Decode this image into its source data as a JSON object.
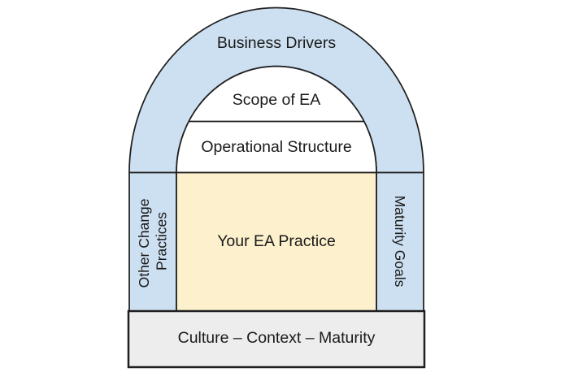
{
  "figure": {
    "background_color": "#FFFFFF",
    "outline_color": "#1F1F1F",
    "text_color": "#1A1A1A",
    "arch_band": {
      "label": "Business Drivers",
      "fill": "#CDE0F1"
    },
    "dome": {
      "fill": "#FFFFFF",
      "upper_label": "Scope of EA",
      "lower_label": "Operational Structure"
    },
    "left_pillar": {
      "fill": "#CDE0F1",
      "lines": [
        "Other Change",
        "Practices"
      ]
    },
    "right_pillar": {
      "fill": "#CDE0F1",
      "label": "Maturity Goals"
    },
    "center_box": {
      "fill": "#FCF0CD",
      "label": "Your EA Practice"
    },
    "base_bar": {
      "fill": "#EDEDED",
      "label": "Culture – Context – Maturity"
    }
  }
}
